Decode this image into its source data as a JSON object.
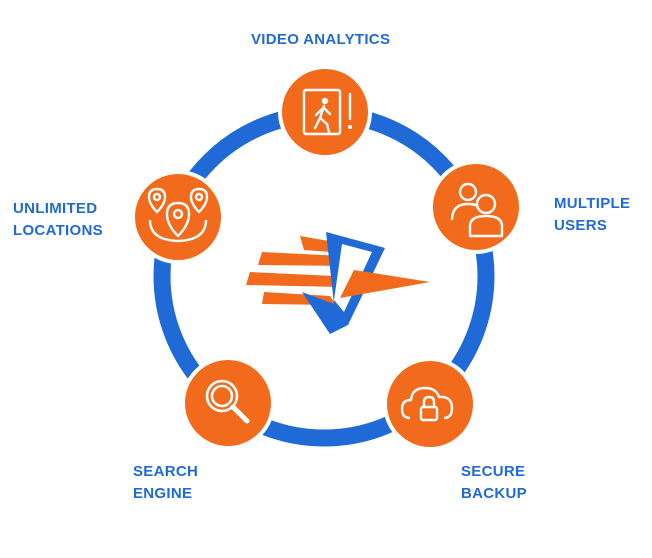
{
  "nodes": [
    {
      "id": "video-analytics",
      "lines": [
        "VIDEO ANALYTICS"
      ],
      "icon": "pedestrian-alert-icon"
    },
    {
      "id": "multiple-users",
      "lines": [
        "MULTIPLE",
        "USERS"
      ],
      "icon": "users-icon"
    },
    {
      "id": "secure-backup",
      "lines": [
        "SECURE",
        "BACKUP"
      ],
      "icon": "cloud-lock-icon"
    },
    {
      "id": "search-engine",
      "lines": [
        "SEARCH",
        "ENGINE"
      ],
      "icon": "magnifier-icon"
    },
    {
      "id": "unlimited-locations",
      "lines": [
        "UNLIMITED",
        "LOCATIONS"
      ],
      "icon": "location-pins-icon"
    }
  ],
  "colors": {
    "ring": "#1f6ad6",
    "node": "#f26a1b",
    "node_border": "#ffffff",
    "label": "#1f6ad6",
    "logo_orange": "#f26a1b",
    "logo_blue": "#1f6ad6"
  },
  "center_logo": "checkmark-logo"
}
